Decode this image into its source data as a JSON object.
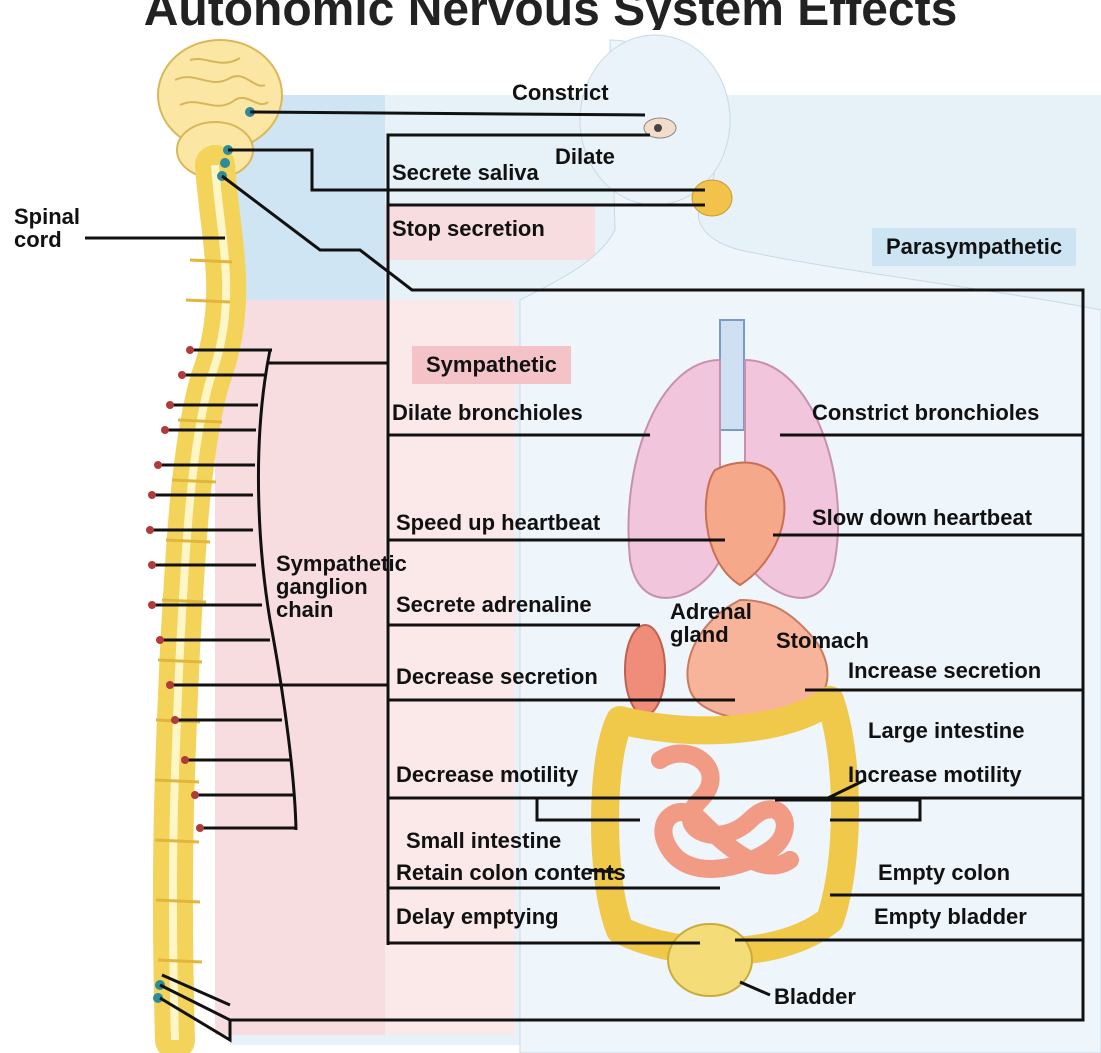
{
  "title": "Autonomic Nervous System Effects",
  "colors": {
    "sympathetic_bg": "#f6d7d9",
    "parasympathetic_bg": "#d7eaf5",
    "nerve_yellow": "#f3d35a",
    "lines": "#111111"
  },
  "labels": {
    "spinal_cord": "Spinal\ncord",
    "sympathetic_chain": "Sympathetic\nganglion\nchain",
    "constrict": "Constrict",
    "dilate": "Dilate",
    "secrete_saliva": "Secrete saliva",
    "stop_secretion": "Stop secretion",
    "parasympathetic": "Parasympathetic",
    "sympathetic": "Sympathetic",
    "dilate_bronchioles": "Dilate bronchioles",
    "constrict_bronchioles": "Constrict bronchioles",
    "speed_up_heartbeat": "Speed up heartbeat",
    "slow_down_heartbeat": "Slow down heartbeat",
    "secrete_adrenaline": "Secrete adrenaline",
    "adrenal_gland": "Adrenal\ngland",
    "stomach": "Stomach",
    "decrease_secretion": "Decrease secretion",
    "increase_secretion": "Increase secretion",
    "large_intestine": "Large intestine",
    "decrease_motility": "Decrease motility",
    "increase_motility": "Increase motility",
    "small_intestine": "Small intestine",
    "retain_colon_contents": "Retain colon contents",
    "empty_colon": "Empty colon",
    "delay_emptying": "Delay emptying",
    "empty_bladder": "Empty bladder",
    "bladder": "Bladder"
  }
}
